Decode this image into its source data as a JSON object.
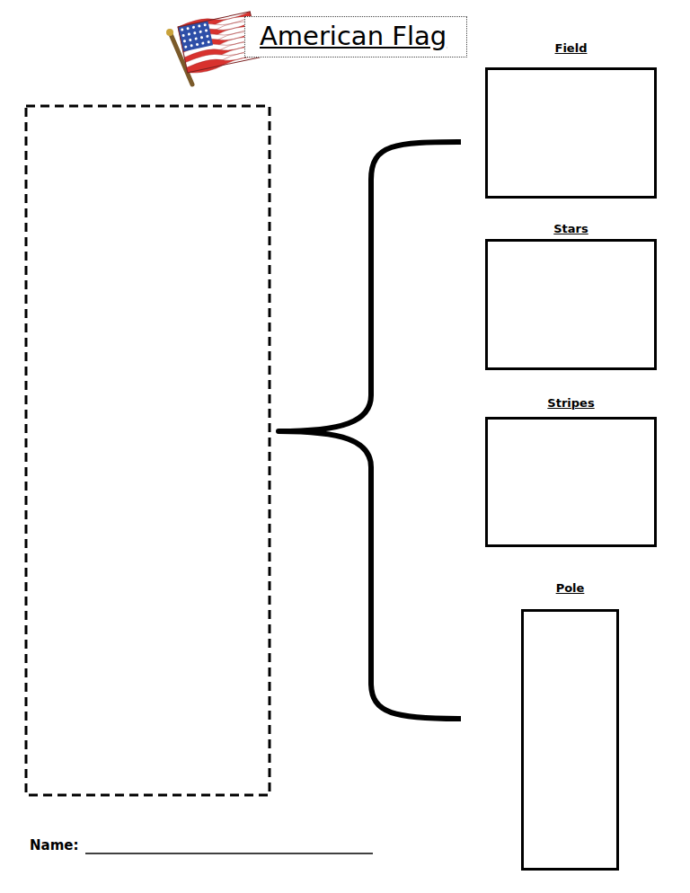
{
  "diagram": {
    "title": "American Flag",
    "nodes": [
      {
        "text": [
          "Field"
        ]
      },
      {
        "text": [
          "Stars"
        ]
      },
      {
        "text": [
          "Stripes"
        ]
      },
      {
        "text": [
          "Pole"
        ]
      }
    ],
    "labels": [
      "Name:"
    ]
  }
}
